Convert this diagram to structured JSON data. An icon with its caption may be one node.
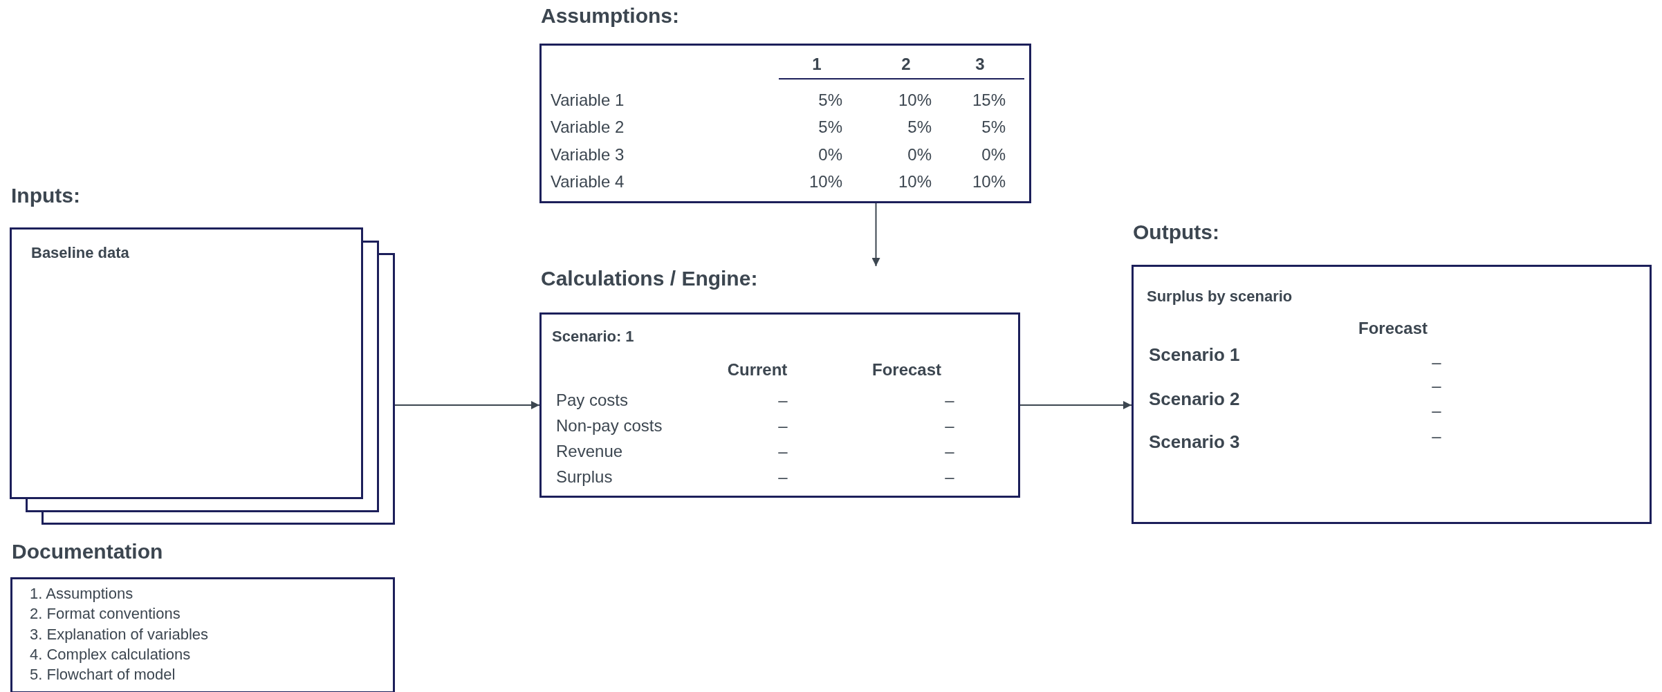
{
  "diagram": {
    "nodes": [
      {
        "text": [
          "Inputs:",
          "Baseline data"
        ]
      },
      {
        "text": [
          "Assumptions:",
          "1",
          "2",
          "3",
          "Variable 1",
          "5%",
          "10%",
          "15%",
          "Variable 2",
          "5%",
          "5%",
          "5%",
          "Variable 3",
          "0%",
          "0%",
          "0%",
          "Variable 4",
          "10%",
          "10%",
          "10%"
        ]
      },
      {
        "text": [
          "Calculations / Engine:",
          "Scenario: 1",
          "Current",
          "Forecast",
          "Pay costs",
          "–",
          "–",
          "Non-pay costs",
          "–",
          "–",
          "Revenue",
          "–",
          "–",
          "Surplus",
          "–",
          "–"
        ]
      },
      {
        "text": [
          "Outputs:",
          "Surplus by scenario",
          "Forecast",
          "Scenario 1",
          "–",
          "–",
          "Scenario 2",
          "–",
          "–",
          "Scenario 3"
        ]
      },
      {
        "text": [
          "Documentation",
          "1. Assumptions",
          "2. Format conventions",
          "3. Explanation of variables",
          "4. Complex calculations",
          "5. Flowchart of model"
        ]
      }
    ],
    "edges": [
      {
        "from": 0,
        "to": 2,
        "arrow": "to"
      },
      {
        "from": 1,
        "to": 2,
        "arrow": "to"
      },
      {
        "from": 2,
        "to": 3,
        "arrow": "to"
      }
    ]
  }
}
